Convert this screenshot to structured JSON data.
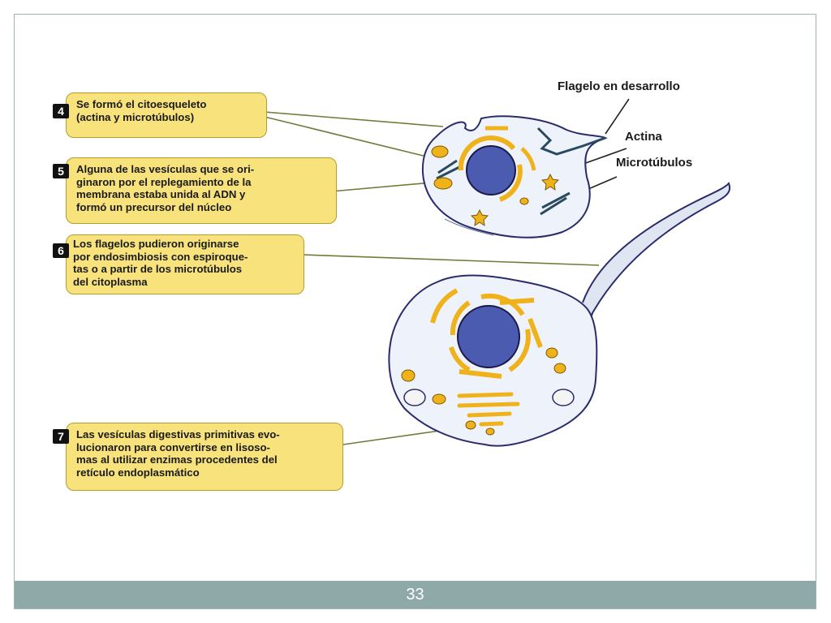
{
  "steps": [
    {
      "number": "4",
      "lines": [
        "Se formó el citoesqueleto",
        "(actina y microtúbulos)"
      ]
    },
    {
      "number": "5",
      "lines": [
        "Alguna de las vesículas que se ori-",
        "ginaron por el replegamiento de la",
        "membrana estaba unida al ADN y",
        "formó un precursor del núcleo"
      ]
    },
    {
      "number": "6",
      "lines": [
        "Los flagelos pudieron originarse",
        "por endosimbiosis con espiroque-",
        "tas o a partir de los microtúbulos",
        "del citoplasma"
      ]
    },
    {
      "number": "7",
      "lines": [
        "Las vesículas digestivas primitivas evo-",
        "lucionaron para convertirse en lisoso-",
        "mas al utilizar enzimas procedentes del",
        "retículo endoplasmático"
      ]
    }
  ],
  "labels": {
    "flagelo": "Flagelo en desarrollo",
    "actina": "Actina",
    "microtubulos": "Microtúbulos"
  },
  "slide_number": "33",
  "colors": {
    "box_fill": "#f7e27c",
    "box_border": "#b89c2a",
    "organelle": "#f0b21a",
    "nucleus": "#4a5bb0",
    "cell_fill": "#eef3fb",
    "footer": "#8fa9a9"
  }
}
